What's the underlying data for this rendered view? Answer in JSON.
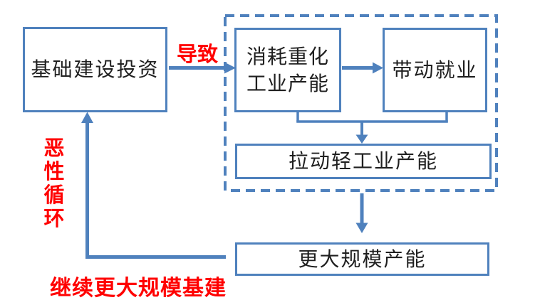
{
  "colors": {
    "line_blue": "#4f81bd",
    "text_red": "#ff0000",
    "box_text": "#1f1f1f",
    "page_bg": "#ffffff"
  },
  "diagram": {
    "boxes": {
      "infrastructure": {
        "label": "基础建设投资"
      },
      "heavy_industry": {
        "line1": "消耗重化",
        "line2": "工业产能"
      },
      "employment": {
        "label": "带动就业"
      },
      "light_industry": {
        "label": "拉动轻工业产能"
      },
      "larger_capacity": {
        "label": "更大规模产能"
      }
    },
    "edge_labels": {
      "cause": "导致",
      "vicious_cycle_chars": [
        "恶",
        "性",
        "循",
        "环"
      ],
      "continue_larger_infrastructure": "继续更大规模基建"
    }
  }
}
